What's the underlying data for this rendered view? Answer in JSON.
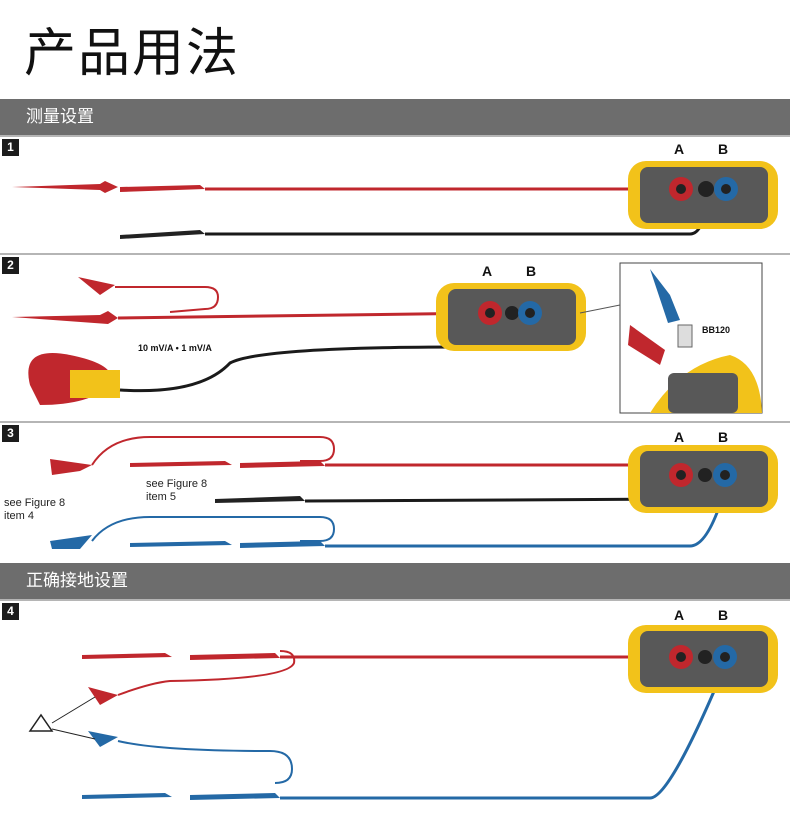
{
  "title": "产品用法",
  "sections": {
    "measure": "测量设置",
    "ground": "正确接地设置"
  },
  "panels": {
    "p1": {
      "num": "1",
      "a": "A",
      "b": "B"
    },
    "p2": {
      "num": "2",
      "a": "A",
      "b": "B",
      "clamp": "10 mV/A • 1 mV/A",
      "bb": "BB120"
    },
    "p3": {
      "num": "3",
      "a": "A",
      "b": "B",
      "fig8_left_1": "see Figure 8",
      "fig8_left_2": "item 4",
      "fig8_mid_1": "see Figure 8",
      "fig8_mid_2": "item 5"
    },
    "p4": {
      "num": "4",
      "a": "A",
      "b": "B"
    }
  },
  "colors": {
    "red": "#c0272d",
    "blue": "#2469a6",
    "black": "#1a1a1a",
    "yellow": "#f2c21a",
    "grey": "#6d6d6d"
  }
}
